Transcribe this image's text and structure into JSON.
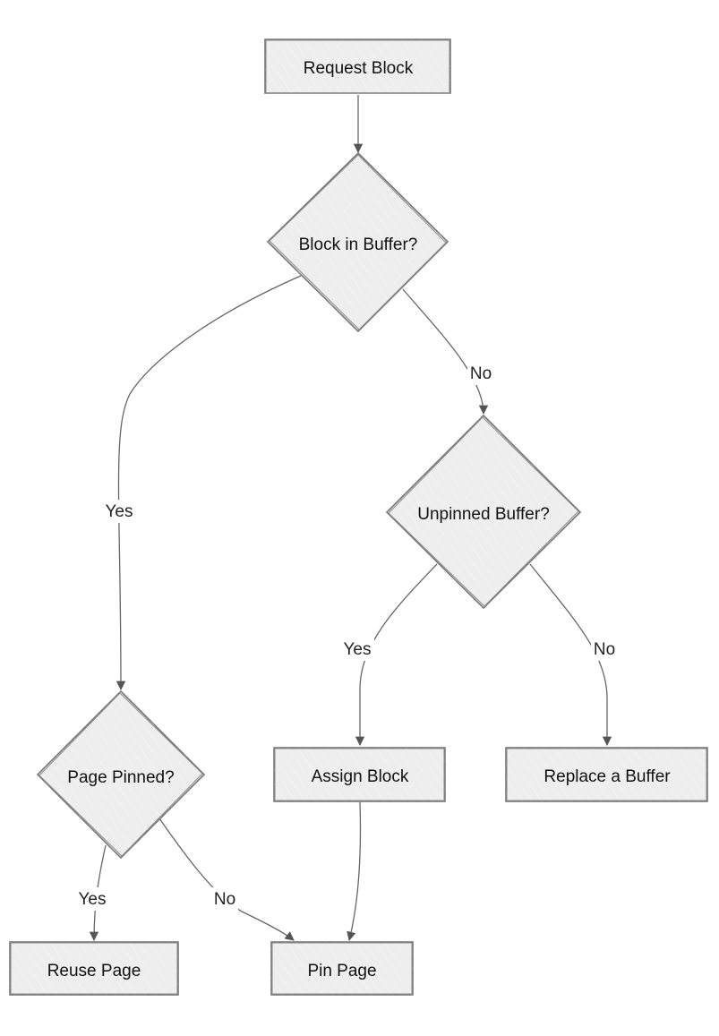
{
  "nodes": {
    "request_block": "Request Block",
    "block_in_buffer": "Block in Buffer?",
    "unpinned_buffer": "Unpinned Buffer?",
    "page_pinned": "Page Pinned?",
    "assign_block": "Assign Block",
    "replace_buffer": "Replace a Buffer",
    "reuse_page": "Reuse Page",
    "pin_page": "Pin Page"
  },
  "edges": {
    "in_buffer_yes": "Yes",
    "in_buffer_no": "No",
    "unpinned_yes": "Yes",
    "unpinned_no": "No",
    "pinned_yes": "Yes",
    "pinned_no": "No"
  },
  "colors": {
    "node_fill": "#eeeeee",
    "node_stroke": "#777777",
    "edge": "#666666",
    "text": "#111111"
  }
}
